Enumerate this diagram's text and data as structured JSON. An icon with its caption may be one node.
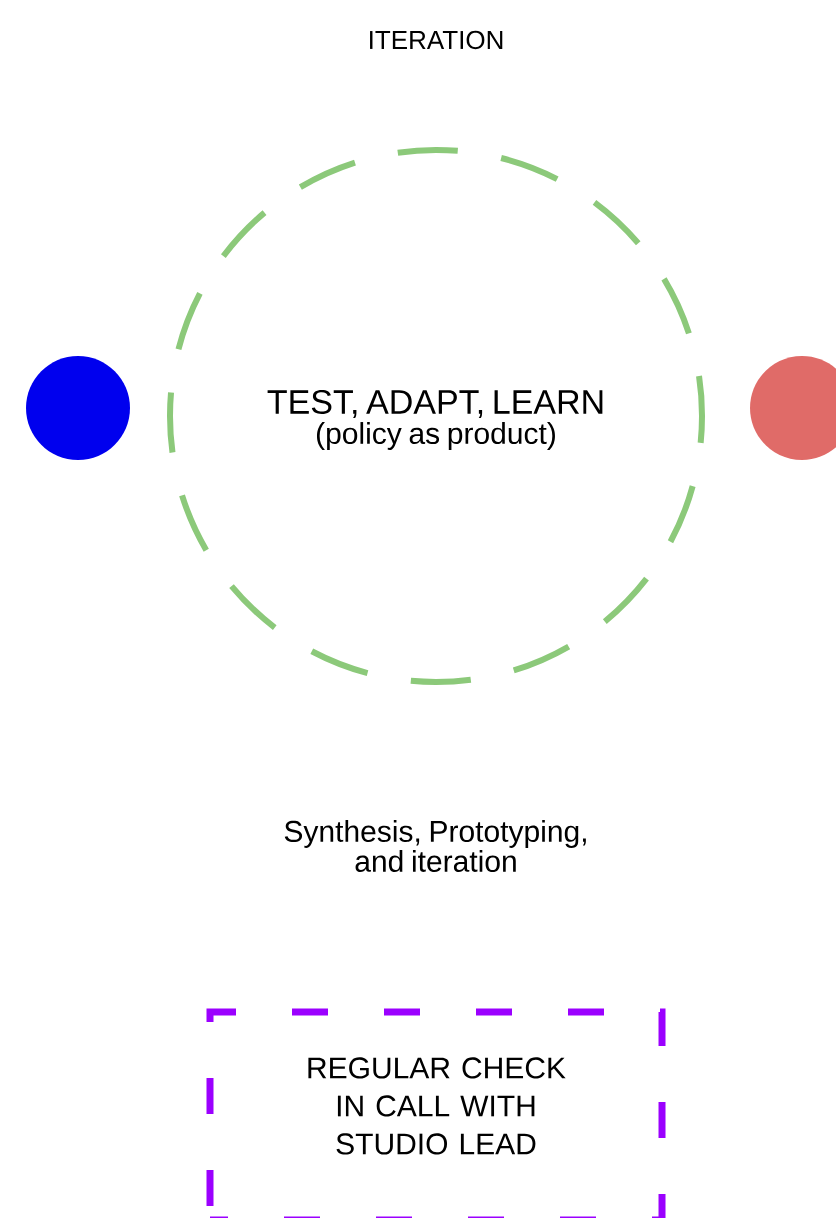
{
  "diagram": {
    "nodes": [
      {
        "text": [],
        "shape": "circle"
      },
      {
        "text": [
          "TEST, ADAPT, LEARN",
          "(policy as product)"
        ]
      },
      {
        "text": [],
        "shape": "circle"
      },
      {
        "text": [
          "REGULAR CHECK IN CALL WITH STUDIO LEAD"
        ]
      }
    ],
    "labels": [
      "ITERATION",
      "Synthesis, Prototyping, and iteration"
    ]
  }
}
